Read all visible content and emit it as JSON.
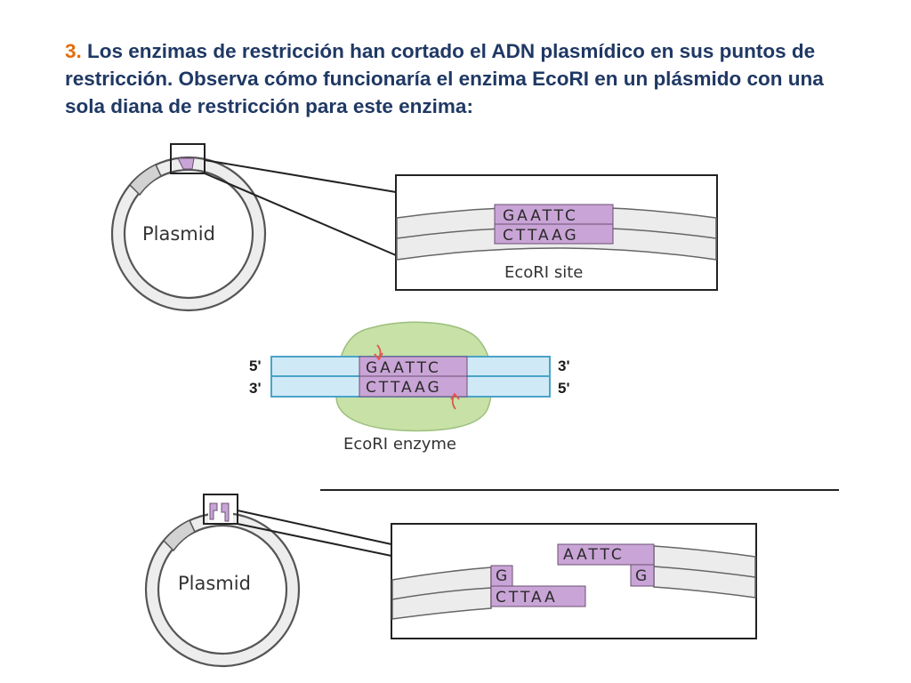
{
  "heading": {
    "number": "3.",
    "text": "Los enzimas de restricción han cortado el ADN plasmídico en sus puntos de restricción. Observa cómo funcionaría el enzima EcoRI en un plásmido con una sola diana de restricción para este enzima:"
  },
  "top_panel": {
    "plasmid_label": "Plasmid",
    "top_strand": "GAATTC",
    "bottom_strand": "CTTAAG",
    "site_label": "EcoRI site"
  },
  "enzyme_panel": {
    "left_top_end": "5'",
    "left_bottom_end": "3'",
    "right_top_end": "3'",
    "right_bottom_end": "5'",
    "top_strand": "GAATTC",
    "bottom_strand": "CTTAAG",
    "enzyme_label": "EcoRI enzyme"
  },
  "bottom_panel": {
    "plasmid_label": "Plasmid",
    "left_top_fragment": "G",
    "left_bottom_fragment": "CTTAA",
    "right_top_fragment": "AATTC",
    "right_bottom_fragment": "G"
  },
  "colors": {
    "heading_text": "#1f3864",
    "heading_number": "#e46c0a",
    "site_purple": "#c9a4d6",
    "enzyme_green": "#c7e1a7",
    "strand_blue": "#cfeaf6",
    "cut_arrow": "#e0574f"
  }
}
